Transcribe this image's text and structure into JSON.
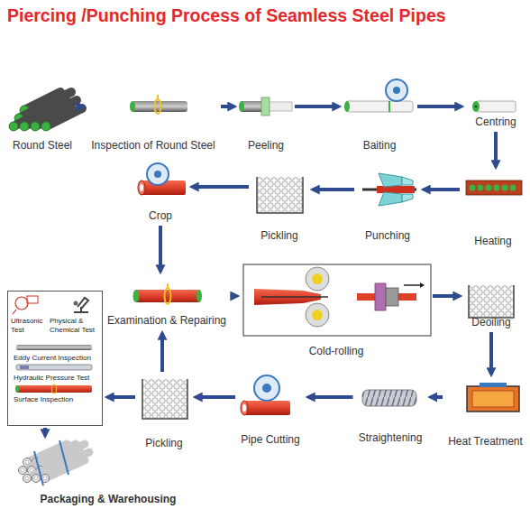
{
  "diagram": {
    "title": "Piercing /Punching Process of Seamless Steel Pipes",
    "nodes": [
      {
        "text": [
          "Round Steel"
        ]
      },
      {
        "text": [
          "Inspection of Round Steel"
        ]
      },
      {
        "text": [
          "Peeling"
        ]
      },
      {
        "text": [
          "Baiting"
        ]
      },
      {
        "text": [
          "Centring"
        ]
      },
      {
        "text": [
          "Heating"
        ]
      },
      {
        "text": [
          "Punching"
        ]
      },
      {
        "text": [
          "Pickling"
        ]
      },
      {
        "text": [
          "Crop"
        ]
      },
      {
        "text": [
          "Examination & Repairing"
        ]
      },
      {
        "text": [
          "Cold-rolling"
        ]
      },
      {
        "text": [
          "Deoiling"
        ]
      },
      {
        "text": [
          "Heat Treatment"
        ]
      },
      {
        "text": [
          "Straightening"
        ]
      },
      {
        "text": [
          "Pipe Cutting"
        ]
      },
      {
        "text": [
          "Pickling"
        ]
      },
      {
        "text": [
          "Ultrasonic Test",
          "Physical & Chemical Test",
          "Eddy Current Inspection",
          "Hydraulic Pressure Test",
          "Surface Inspection"
        ]
      },
      {
        "text": [
          "Packaging & Warehousing"
        ]
      }
    ],
    "edges": [
      {
        "from": 0,
        "to": 1,
        "arrow": "to"
      },
      {
        "from": 1,
        "to": 2,
        "arrow": "to"
      },
      {
        "from": 2,
        "to": 3,
        "arrow": "to"
      },
      {
        "from": 3,
        "to": 4,
        "arrow": "to"
      },
      {
        "from": 4,
        "to": 5,
        "arrow": "to"
      },
      {
        "from": 5,
        "to": 6,
        "arrow": "to"
      },
      {
        "from": 6,
        "to": 7,
        "arrow": "to"
      },
      {
        "from": 7,
        "to": 8,
        "arrow": "to"
      },
      {
        "from": 8,
        "to": 9,
        "arrow": "to"
      },
      {
        "from": 9,
        "to": 10,
        "arrow": "to"
      },
      {
        "from": 10,
        "to": 11,
        "arrow": "to"
      },
      {
        "from": 11,
        "to": 12,
        "arrow": "to"
      },
      {
        "from": 12,
        "to": 13,
        "arrow": "to"
      },
      {
        "from": 13,
        "to": 14,
        "arrow": "to"
      },
      {
        "from": 14,
        "to": 15,
        "arrow": "to"
      },
      {
        "from": 15,
        "to": 9,
        "arrow": "to"
      },
      {
        "from": 15,
        "to": 16,
        "arrow": "to"
      },
      {
        "from": 16,
        "to": 17,
        "arrow": "to"
      }
    ]
  }
}
